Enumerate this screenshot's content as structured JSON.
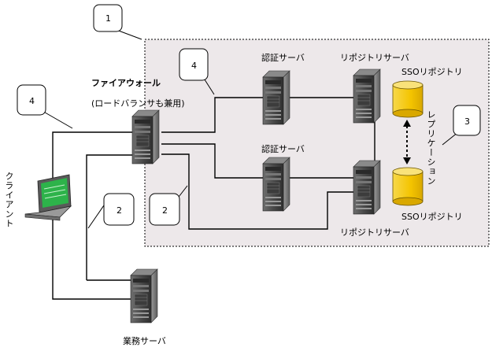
{
  "labels": {
    "firewall_title": "ファイアウォール",
    "firewall_subtitle": "(ロードバランサも兼用)",
    "auth_server_1": "認証サーバ",
    "auth_server_2": "認証サーバ",
    "repo_server_1": "リポジトリサーバ",
    "repo_server_2": "リポジトリサーバ",
    "sso_repo_1": "SSOリポジトリ",
    "sso_repo_2": "SSOリポジトリ",
    "replication": "レプリケーション",
    "client": "クライアント",
    "business_server": "業務サーバ"
  },
  "callouts": [
    "1",
    "4",
    "4",
    "2",
    "2",
    "3"
  ],
  "colors": {
    "zone_fill": "#ede8ea",
    "cylinder": "#f4c400",
    "screen": "#2db34a"
  },
  "icons": {
    "server": "tower-server-icon",
    "database": "database-cylinder-icon",
    "client": "laptop-icon"
  }
}
